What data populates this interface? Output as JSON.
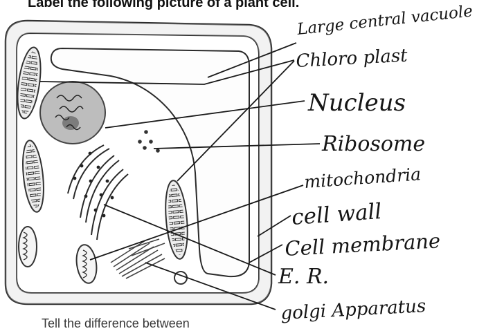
{
  "instruction": "Label the following picture of a plant cell.",
  "bottom_clip": "Tell the difference between",
  "labels": [
    "Large central vacuole",
    "Chloro plast",
    "Nucleus",
    "Ribosome",
    "mitochondria",
    "cell wall",
    "Cell membrane",
    "E. R.",
    "golgi Apparatus"
  ]
}
